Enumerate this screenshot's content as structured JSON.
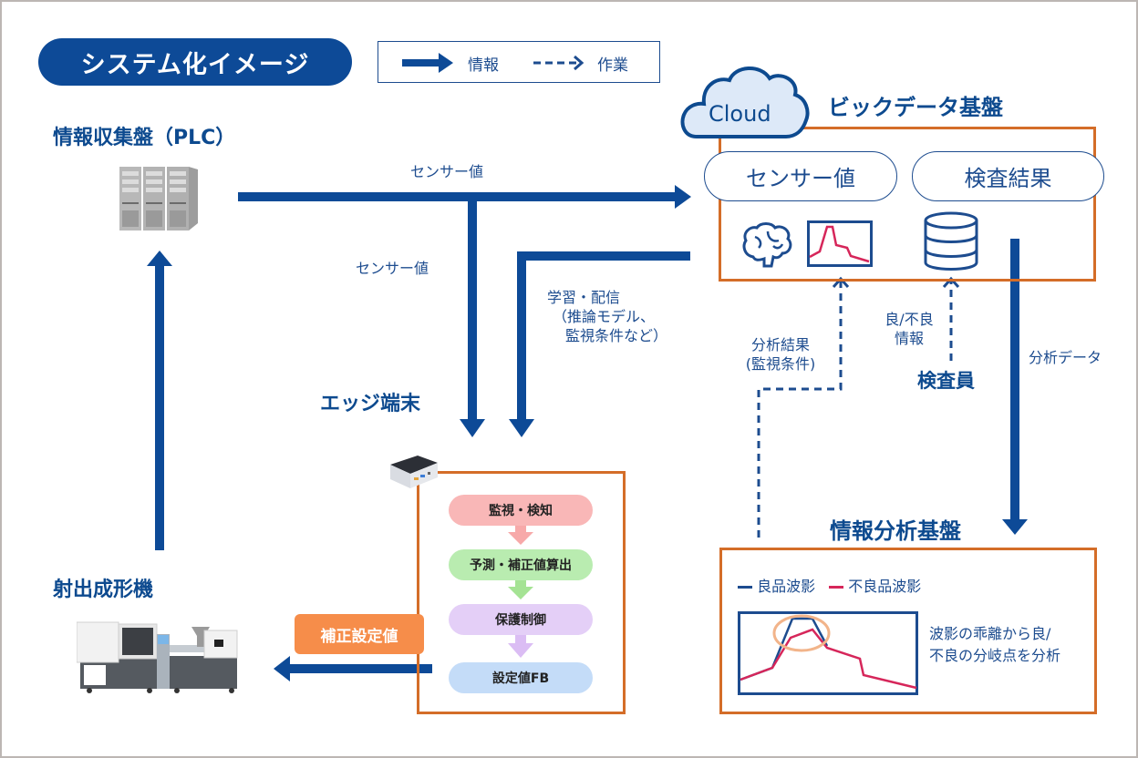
{
  "title": "システム化イメージ",
  "legend": {
    "solid_arrow_label": "情報",
    "dashed_arrow_label": "作業"
  },
  "nodes": {
    "plc": {
      "heading": "情報収集盤（PLC）",
      "icon": "server-rack-icon"
    },
    "injection_machine": {
      "heading": "射出成形機",
      "icon": "injection-molding-machine-icon"
    },
    "edge": {
      "heading": "エッジ端末",
      "icon": "mini-pc-icon",
      "steps": [
        {
          "label": "監視・検知",
          "color": "#f9b7b7"
        },
        {
          "label": "予測・補正値算出",
          "color": "#b9ecb0"
        },
        {
          "label": "保護制御",
          "color": "#e4cff7"
        },
        {
          "label": "設定値FB",
          "color": "#c4dcf8"
        }
      ]
    },
    "bigdata": {
      "heading": "ビックデータ基盤",
      "cloud_label": "Cloud",
      "pills": [
        "センサー値",
        "検査結果"
      ],
      "icons": [
        "brain-icon",
        "waveform-chart-icon",
        "database-icon"
      ]
    },
    "analysis": {
      "heading": "情報分析基盤",
      "legend": [
        {
          "label": "良品波影",
          "color": "#1d4c8f"
        },
        {
          "label": "不良品波影",
          "color": "#d6265a"
        }
      ],
      "description_line1": "波影の乖離から良/",
      "description_line2": "不良の分岐点を分析"
    },
    "inspector": {
      "label": "検査員"
    }
  },
  "edges": {
    "plc_to_bigdata": "センサー値",
    "plc_to_edge": "センサー値",
    "bigdata_to_edge_line1": "学習・配信",
    "bigdata_to_edge_line2": "（推論モデル、",
    "bigdata_to_edge_line3": "監視条件など）",
    "analysis_to_bigdata_line1": "分析結果",
    "analysis_to_bigdata_line2": "(監視条件)",
    "inspector_to_bigdata_line1": "良/不良",
    "inspector_to_bigdata_line2": "情報",
    "bigdata_to_analysis": "分析データ",
    "edge_to_machine": "補正設定値"
  },
  "colors": {
    "primary": "#0d4a97",
    "box_border": "#d46d28",
    "badge": "#f68d4a",
    "good_wave": "#1d4c8f",
    "bad_wave": "#d6265a",
    "highlight": "#f2b48a"
  }
}
